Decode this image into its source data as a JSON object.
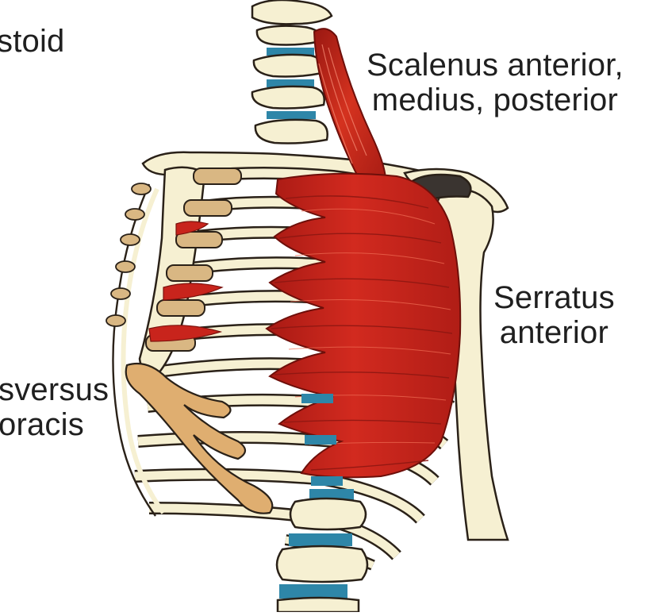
{
  "labels": {
    "sternocleidomastoid": {
      "lines": [
        "stoid"
      ]
    },
    "scalenus": {
      "lines": [
        "Scalenus anterior,",
        "medius, posterior"
      ]
    },
    "serratus": {
      "lines": [
        "Serratus",
        "anterior"
      ]
    },
    "transversus": {
      "lines": [
        "sversus",
        "oracis"
      ]
    }
  },
  "colors": {
    "bone": "#f6f0d2",
    "bone_outline": "#2a2118",
    "rib_shadow": "#b9a98c",
    "cartilage": "#d9b783",
    "muscle": "#c8241c",
    "muscle_dark": "#8e1712",
    "muscle_light": "#e25a44",
    "disc": "#2e86a8",
    "transversus_muscle": "#dfae70"
  }
}
